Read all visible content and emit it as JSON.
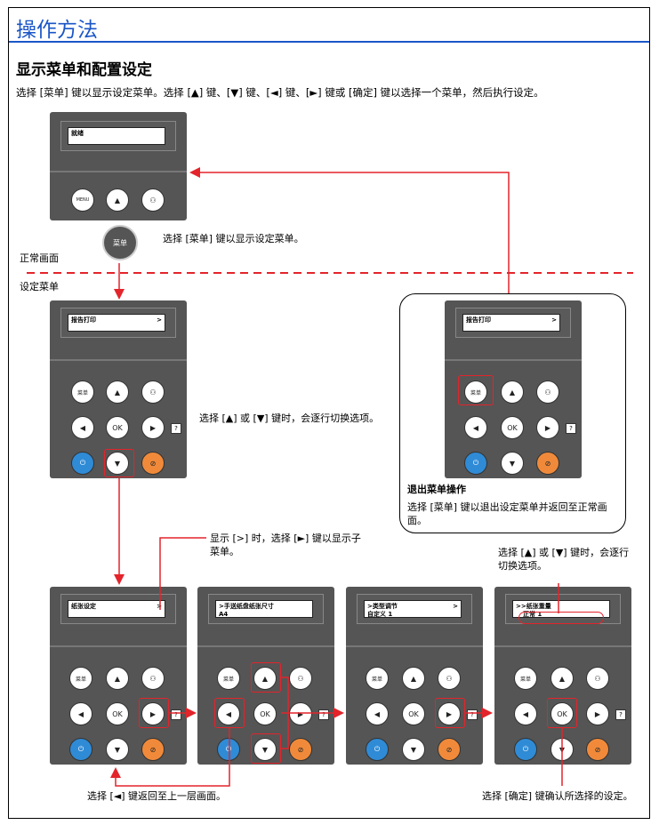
{
  "header": {
    "title": "操作方法"
  },
  "section": {
    "heading": "显示菜单和配置设定",
    "intro": "选择 [菜单] 键以显示设定菜单。选择 [▲] 键、[▼] 键、[◄] 键、[►] 键或 [确定] 键以选择一个菜单，然后执行设定。"
  },
  "screens": {
    "ready": "就绪",
    "report": "报告打印",
    "report_exit": "报告打印",
    "paper": "纸张设定",
    "mp_line1": ">手送纸盘纸张尺寸",
    "mp_line2": "A4",
    "type_line1": ">类型调节",
    "type_line2": "自定义 1",
    "paper_adj_line1": ">>纸张重量",
    "paper_adj_line2": "正常 1"
  },
  "labels": {
    "menu_key": "选择 [菜单] 键以显示设定菜单。",
    "normal_screen": "正常画面",
    "setting_menu": "设定菜单",
    "up_down_switch": "选择 [▲] 或 [▼] 键时，会逐行切换选项。",
    "exit_title": "退出菜单操作",
    "exit_desc": "选择 [菜单] 键以退出设定菜单并返回至正常画面。",
    "submenu": "显示 [>] 时，选择 [►] 键以显示子菜单。",
    "up_down_switch2": "选择 [▲] 或 [▼] 键时，会逐行切换选项。",
    "back": "选择 [◄] 键返回至上一层画面。",
    "ok_confirm": "选择 [确定] 键确认所选择的设定。"
  },
  "keys": {
    "menu": "MENU",
    "menu_cn": "菜单",
    "ok": "OK",
    "ok_cn": "确定",
    "help": "?"
  },
  "colors": {
    "title_blue": "#1a56c7",
    "highlight_red": "#e3242b"
  }
}
